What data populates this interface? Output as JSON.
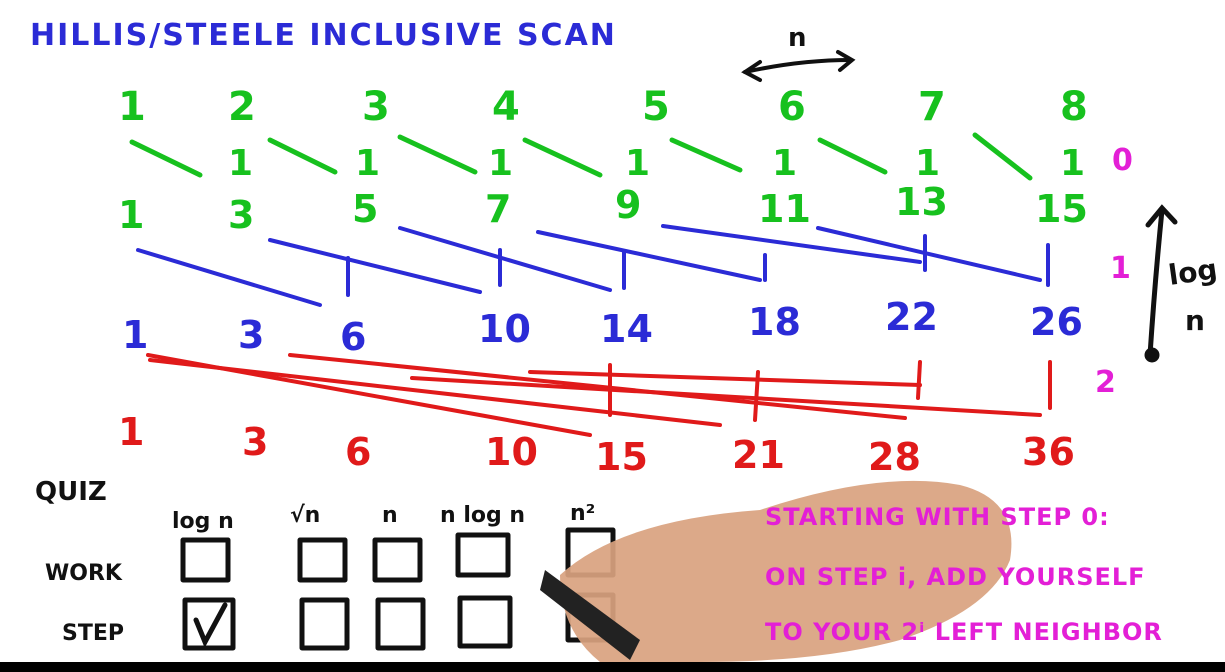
{
  "title": "HILLIS/STEELE INCLUSIVE SCAN",
  "n_label": "n",
  "log_label": "log",
  "log_n_label": "n",
  "rows": {
    "input": [
      "1",
      "2",
      "3",
      "4",
      "5",
      "6",
      "7",
      "8"
    ],
    "step0_adds": [
      "1",
      "1",
      "1",
      "1",
      "1",
      "1",
      "1"
    ],
    "after0": [
      "1",
      "3",
      "5",
      "7",
      "9",
      "11",
      "13",
      "15"
    ],
    "after1": [
      "1",
      "3",
      "6",
      "10",
      "14",
      "18",
      "22",
      "26"
    ],
    "after2": [
      "1",
      "3",
      "6",
      "10",
      "15",
      "21",
      "28",
      "36"
    ]
  },
  "step_labels": [
    "0",
    "1",
    "2"
  ],
  "quiz": {
    "title": "QUIZ",
    "options": [
      "log n",
      "√n",
      "n",
      "n log n",
      "n²"
    ],
    "rows": [
      {
        "label": "WORK",
        "checked": [
          false,
          false,
          false,
          false,
          false
        ]
      },
      {
        "label": "STEP",
        "checked": [
          true,
          false,
          false,
          false,
          false
        ]
      }
    ]
  },
  "note": {
    "line1": "STARTING WITH STEP 0:",
    "line2": "ON STEP i, ADD YOURSELF",
    "line3": "TO YOUR 2ⁱ LEFT NEIGHBOR"
  },
  "colors": {
    "green": "#17c11e",
    "blue": "#2b2bd6",
    "red": "#e01a1a",
    "magenta": "#e31fd6",
    "ink": "#111111"
  }
}
